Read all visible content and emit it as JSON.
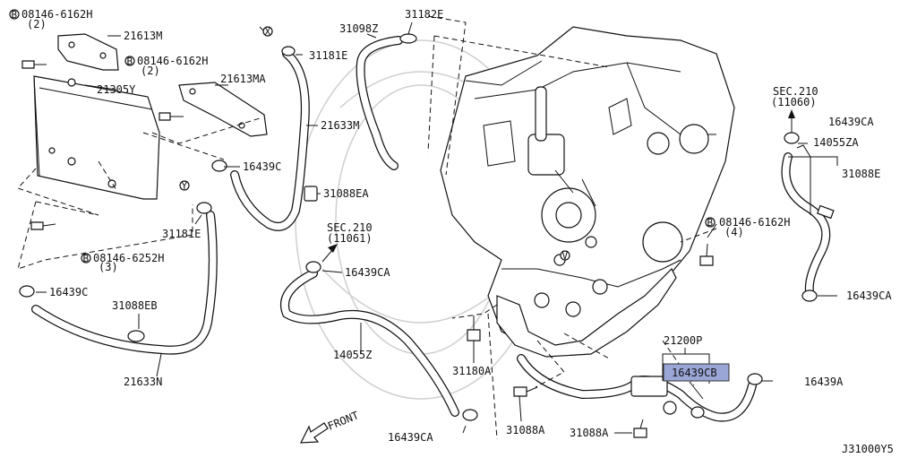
{
  "diagram_id": "J31000Y5",
  "front_label": "FRONT",
  "highlight_color": "#9aa6d6",
  "labels": {
    "b08146_6162h_top": "08146-6162H",
    "b08146_6162h_top_qty": "(2)",
    "p21613m": "21613M",
    "b08146_6162h_mid": "08146-6162H",
    "b08146_6162h_mid_qty": "(2)",
    "p21305y": "21305Y",
    "p21613ma": "21613MA",
    "p31098z": "31098Z",
    "p31182e": "31182E",
    "p31181e_top": "31181E",
    "p21633m": "21633M",
    "p16439c_top": "16439C",
    "p31088ea": "31088EA",
    "p31181e_mid": "31181E",
    "sec210_left": "SEC.210",
    "sec210_left_sub": "(11061)",
    "p16439ca_mid": "16439CA",
    "b08146_6252h": "08146-6252H",
    "b08146_6252h_qty": "(3)",
    "p16439c_left": "16439C",
    "p31088eb": "31088EB",
    "p21633n": "21633N",
    "p14055z": "14055Z",
    "p31180a": "31180A",
    "p16439ca_bot": "16439CA",
    "p31088a_bot": "31088A",
    "p31088a_mid": "31088A",
    "p21200p": "21200P",
    "p16439cb": "16439CB",
    "p16439a": "16439A",
    "b08146_6162h_right": "08146-6162H",
    "b08146_6162h_right_qty": "(4)",
    "sec210_right": "SEC.210",
    "sec210_right_sub": "(11060)",
    "p16439ca_right_top": "16439CA",
    "p14055za": "14055ZA",
    "p31088e": "31088E",
    "p16439ca_right_bot": "16439CA",
    "b_glyph": "B",
    "x_glyph": "X",
    "y_glyph": "Y",
    "v_glyph": "V"
  }
}
